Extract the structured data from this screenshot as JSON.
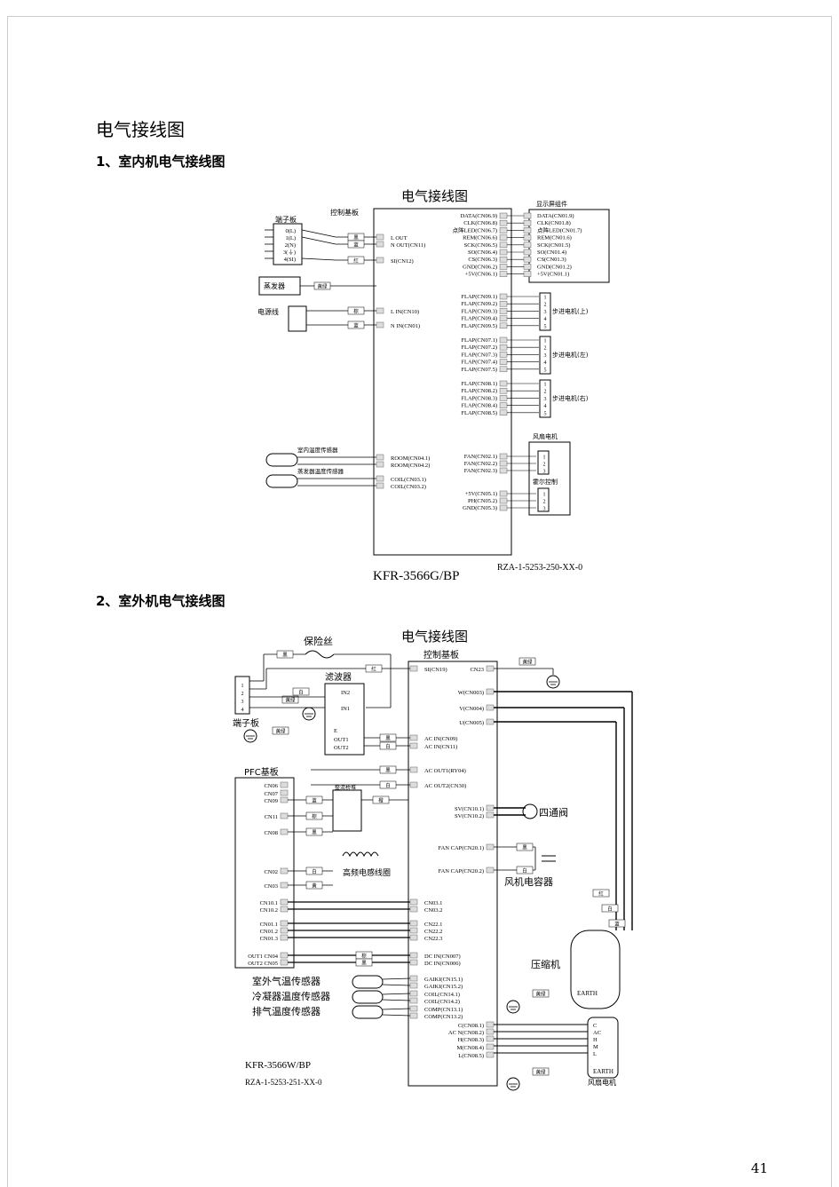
{
  "page": {
    "title": "电气接线图",
    "section1": "1、室内机电气接线图",
    "section2": "2、室外机电气接线图",
    "page_number": "41"
  },
  "indoor": {
    "title": "电气接线图",
    "board": "控制基板",
    "display": "显示屏组件",
    "terminal": "端子板",
    "terminal_pins": [
      "0(L)",
      "1(L)",
      "2(N)",
      "3(⏚)",
      "4(SI)"
    ],
    "evaporator": "蒸发器",
    "power": "电源线",
    "outputs": [
      "L OUT",
      "N OUT(CN11)",
      "SI(CN12)",
      "L IN(CN10)",
      "N IN(CN01)"
    ],
    "wire_labels": [
      "黑",
      "蓝",
      "红",
      "棕",
      "蓝",
      "黄绿"
    ],
    "disp_left": [
      "DATA(CN06.9)",
      "CLK(CN06.8)",
      "点阵LED(CN06.7)",
      "REM(CN06.6)",
      "SCK(CN06.5)",
      "SO(CN06.4)",
      "CS(CN06.3)",
      "GND(CN06.2)",
      "+5V(CN06.1)"
    ],
    "disp_right": [
      "DATA(CN01.9)",
      "CLK(CN01.8)",
      "点阵LED(CN01.7)",
      "REM(CN01.6)",
      "SCK(CN01.5)",
      "SO(CN01.4)",
      "CS(CN01.3)",
      "GND(CN01.2)",
      "+5V(CN01.1)"
    ],
    "flap9": [
      "FLAP(CN09.1)",
      "FLAP(CN09.2)",
      "FLAP(CN09.3)",
      "FLAP(CN09.4)",
      "FLAP(CN09.5)"
    ],
    "flap7": [
      "FLAP(CN07.1)",
      "FLAP(CN07.2)",
      "FLAP(CN07.3)",
      "FLAP(CN07.4)",
      "FLAP(CN07.5)"
    ],
    "flap8": [
      "FLAP(CN08.1)",
      "FLAP(CN08.2)",
      "FLAP(CN08.3)",
      "FLAP(CN08.4)",
      "FLAP(CN08.5)"
    ],
    "motor1": "步进电机(上)",
    "motor2": "步进电机(左)",
    "motor3": "步进电机(右)",
    "room_sensor": "室内温度传感器",
    "coil_sensor": "蒸发器温度传感器",
    "room": [
      "ROOM(CN04.1)",
      "ROOM(CN04.2)"
    ],
    "coil": [
      "COIL(CN03.1)",
      "COIL(CN03.2)"
    ],
    "fan_motor": "风扇电机",
    "fan": [
      "FAN(CN02.1)",
      "FAN(CN02.2)",
      "FAN(CN02.3)"
    ],
    "hall": "霍尔控制",
    "pg": [
      "+5V(CN05.1)",
      "PH(CN05.2)",
      "GND(CN05.3)"
    ],
    "model": "KFR-3566G/BP",
    "code": "RZA-1-5253-250-XX-0"
  },
  "outdoor": {
    "title": "电气接线图",
    "fuse": "保险丝",
    "board": "控制基板",
    "filter": "滤波器",
    "filter_pins": [
      "IN2",
      "IN1",
      "E",
      "OUT1",
      "OUT2"
    ],
    "terminal": "端子板",
    "pfc": "PFC基板",
    "pfc_pins": [
      "CN06",
      "CN07",
      "CN09",
      "CN11",
      "CN08",
      "CN02",
      "CN03"
    ],
    "rectifier": "整流桥堆",
    "coil": "高频电感线圈",
    "left_pins": [
      "CN10.1",
      "CN10.2",
      "CN01.1",
      "CN01.2",
      "CN01.3",
      "OUT1  CN04",
      "OUT2  CN05"
    ],
    "board_pins": [
      "SI(CN19)",
      "CN23",
      "W(CN003)",
      "V(CN004)",
      "U(CN005)",
      "AC  IN(CN09)",
      "AC  IN(CN11)",
      "AC  OUT1(RY04)",
      "AC  OUT2(CN30)",
      "SV(CN10.1)",
      "SV(CN10.2)",
      "FAN  CAP(CN20.1)",
      "FAN  CAP(CN20.2)",
      "CN03.1",
      "CN03.2",
      "CN22.1",
      "CN22.2",
      "CN22.3",
      "DC  IN(CN007)",
      "DC  IN(CN006)",
      "GAIKI(CN15.1)",
      "GAIKI(CN15.2)",
      "COIL(CN14.1)",
      "COIL(CN14.2)",
      "COMP(CN13.1)",
      "COMP(CN13.2)",
      "C(CN08.1)",
      "AC  N(CN08.2)",
      "H(CN08.3)",
      "M(CN08.4)",
      "L(CN08.5)"
    ],
    "valve": "四通阀",
    "capacitor": "风机电容器",
    "compressor": "压缩机",
    "earth": "EARTH",
    "fan_motor": "风扇电机",
    "motor_pins": [
      "C",
      "AC",
      "H",
      "M",
      "L"
    ],
    "sensors": [
      "室外气温传感器",
      "冷凝器温度传感器",
      "排气温度传感器"
    ],
    "wire_labels": [
      "黑",
      "红",
      "白",
      "黄绿",
      "黄绿",
      "黑",
      "白",
      "黑",
      "白",
      "蓝",
      "橙",
      "棕",
      "黑",
      "白",
      "黄",
      "棕",
      "黑",
      "黄绿",
      "黑",
      "白",
      "红",
      "白",
      "蓝",
      "黄绿",
      "黄绿"
    ],
    "model": "KFR-3566W/BP",
    "code": "RZA-1-5253-251-XX-0"
  }
}
